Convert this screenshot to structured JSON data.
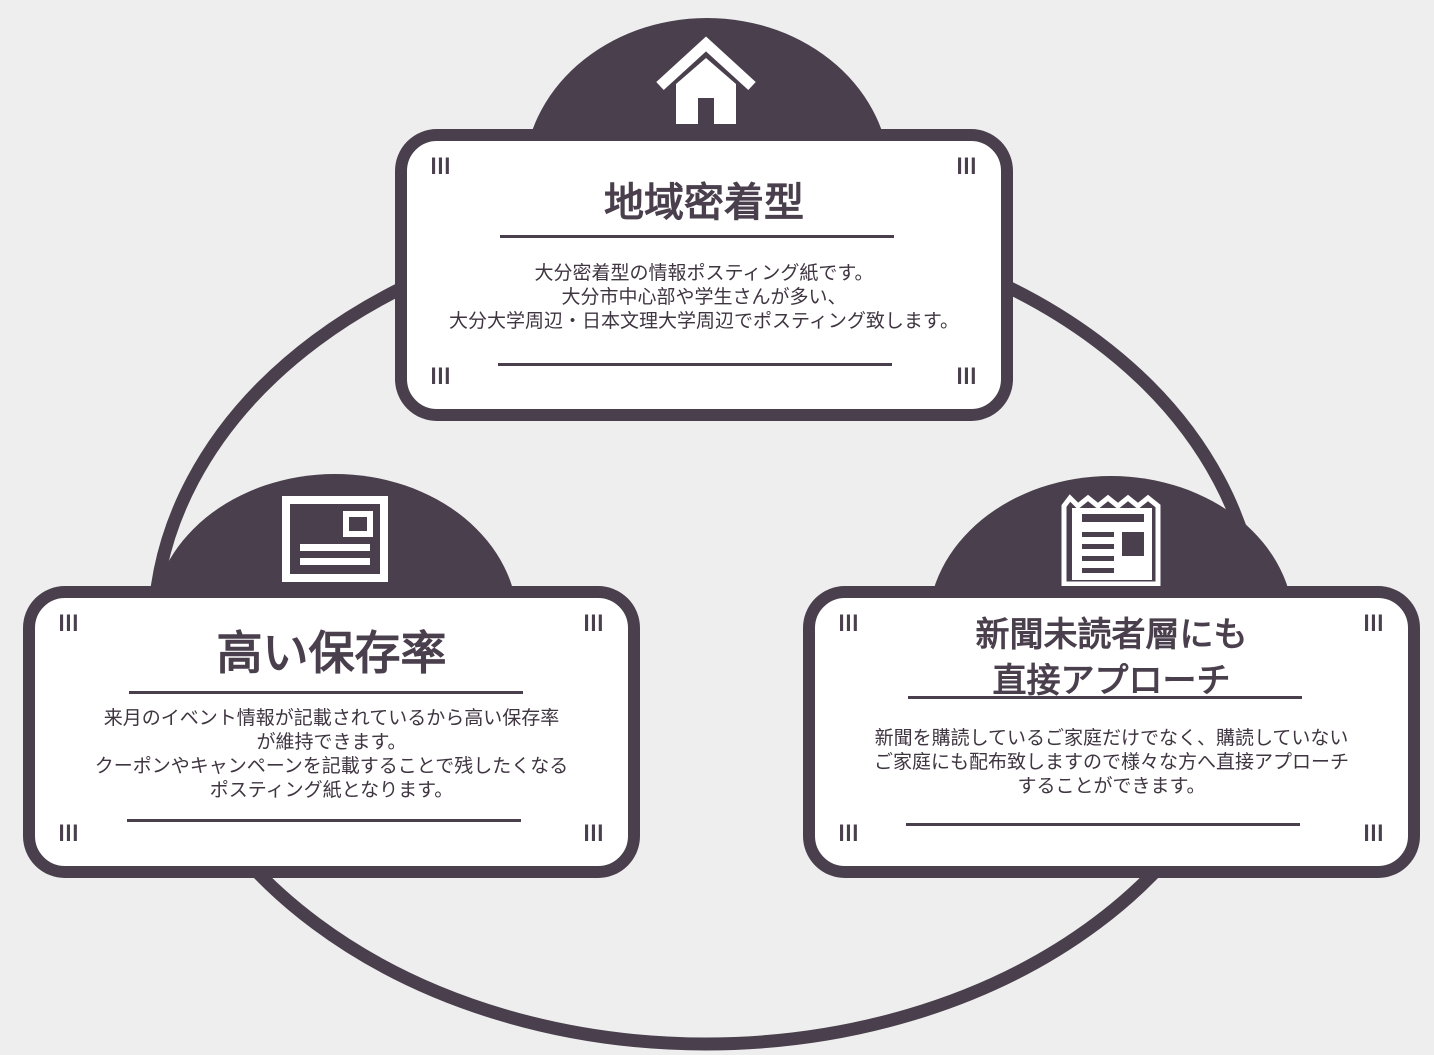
{
  "colors": {
    "primary": "#4a3f4c",
    "background": "#efeeef",
    "card": "#ffffff"
  },
  "cards": {
    "top": {
      "icon": "house-icon",
      "title": "地域密着型",
      "lines": [
        "大分密着型の情報ポスティング紙です。",
        "大分市中心部や学生さんが多い、",
        "大分大学周辺・日本文理大学周辺でポスティング致します。"
      ]
    },
    "left": {
      "icon": "postcard-icon",
      "title": "高い保存率",
      "lines": [
        "来月のイベント情報が記載されているから高い保存率",
        "が維持できます。",
        "クーポンやキャンペーンを記載することで残したくなる",
        "ポスティング紙となります。"
      ]
    },
    "right": {
      "icon": "newspaper-icon",
      "title_lines": [
        "新聞未読者層にも",
        "直接アプローチ"
      ],
      "lines": [
        "新聞を購読しているご家庭だけでなく、購読していない",
        "ご家庭にも配布致しますので様々な方へ直接アプローチ",
        "することができます。"
      ]
    }
  }
}
